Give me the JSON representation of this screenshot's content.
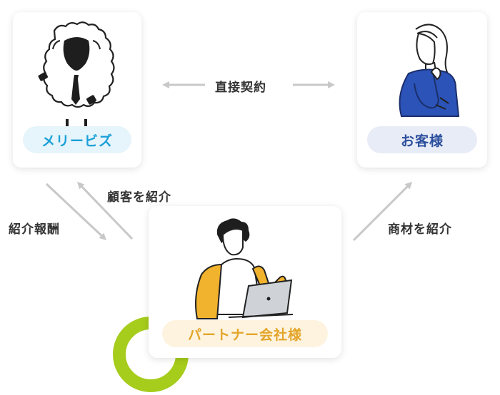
{
  "nodes": {
    "merry_biz": {
      "label": "メリービズ",
      "accent": "#1aa0d8",
      "pill_bg": "#e6f4fb"
    },
    "customer": {
      "label": "お客様",
      "accent": "#2c4f9e",
      "pill_bg": "#e8ecf6"
    },
    "partner": {
      "label": "パートナー会社様",
      "accent": "#e3a52a",
      "pill_bg": "#fdf3df"
    }
  },
  "relations": {
    "direct_contract": "直接契約",
    "introduce_customer": "顧客を紹介",
    "referral_fee": "紹介報酬",
    "introduce_product": "商材を紹介"
  },
  "colors": {
    "arrow": "#c8c8c8",
    "ring": "#a6cc1c",
    "text": "#333333"
  },
  "icons": [
    "sheep-mascot-icon",
    "businesswoman-icon",
    "businessman-laptop-icon"
  ]
}
